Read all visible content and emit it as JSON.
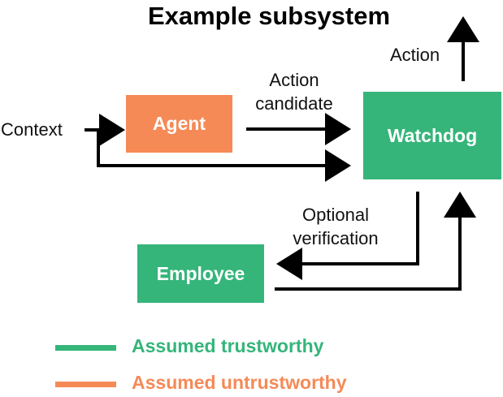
{
  "title": "Example subsystem",
  "nodes": {
    "agent": "Agent",
    "watchdog": "Watchdog",
    "employee": "Employee"
  },
  "labels": {
    "context": "Context",
    "action_candidate_line1": "Action",
    "action_candidate_line2": "candidate",
    "action": "Action",
    "optional_verification_line1": "Optional",
    "optional_verification_line2": "verification"
  },
  "legend": {
    "trustworthy": "Assumed trustworthy",
    "untrustworthy": "Assumed untrustworthy"
  },
  "colors": {
    "trustworthy": "#35b57a",
    "untrustworthy": "#f58a57",
    "arrow": "#000000"
  }
}
